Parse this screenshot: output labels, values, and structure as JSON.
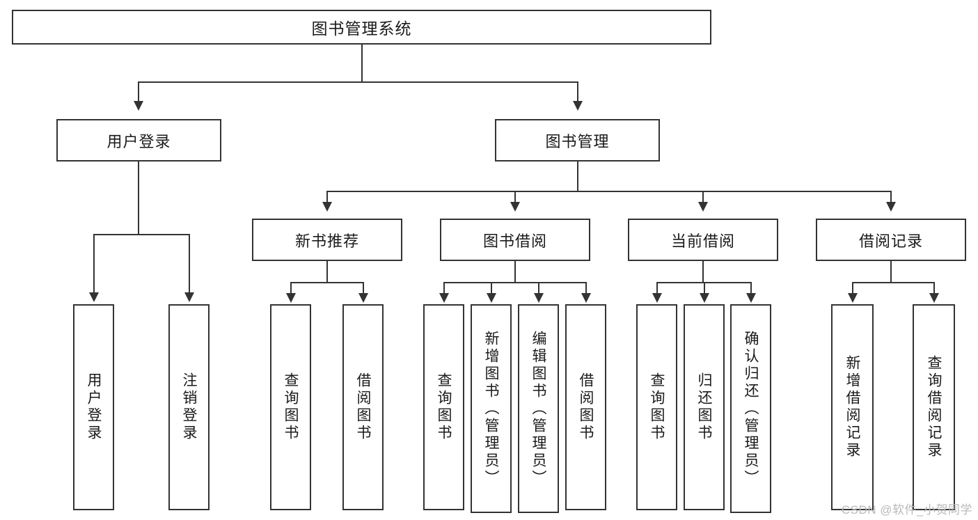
{
  "diagram": {
    "title": "图书管理系统",
    "type": "tree",
    "root": {
      "label": "图书管理系统"
    },
    "level1": [
      {
        "label": "用户登录"
      },
      {
        "label": "图书管理"
      }
    ],
    "level2": [
      {
        "label": "新书推荐"
      },
      {
        "label": "图书借阅"
      },
      {
        "label": "当前借阅"
      },
      {
        "label": "借阅记录"
      }
    ],
    "leaves": {
      "user_login": [
        {
          "label": "用户登录"
        },
        {
          "label": "注销登录"
        }
      ],
      "new_book_recommend": [
        {
          "label": "查询图书"
        },
        {
          "label": "借阅图书"
        }
      ],
      "book_borrow": [
        {
          "label": "查询图书"
        },
        {
          "label": "新增图书（管理员）"
        },
        {
          "label": "编辑图书（管理员）"
        },
        {
          "label": "借阅图书"
        }
      ],
      "current_borrow": [
        {
          "label": "查询图书"
        },
        {
          "label": "归还图书"
        },
        {
          "label": "确认归还（管理员）"
        }
      ],
      "borrow_record": [
        {
          "label": "新增借阅记录"
        },
        {
          "label": "查询借阅记录"
        }
      ]
    }
  },
  "watermark": {
    "text": "CSDN @软件_小贺同学"
  },
  "colors": {
    "stroke": "#333333",
    "text": "#1a1a1a",
    "background": "#ffffff",
    "watermark": "#b9b9b9"
  }
}
